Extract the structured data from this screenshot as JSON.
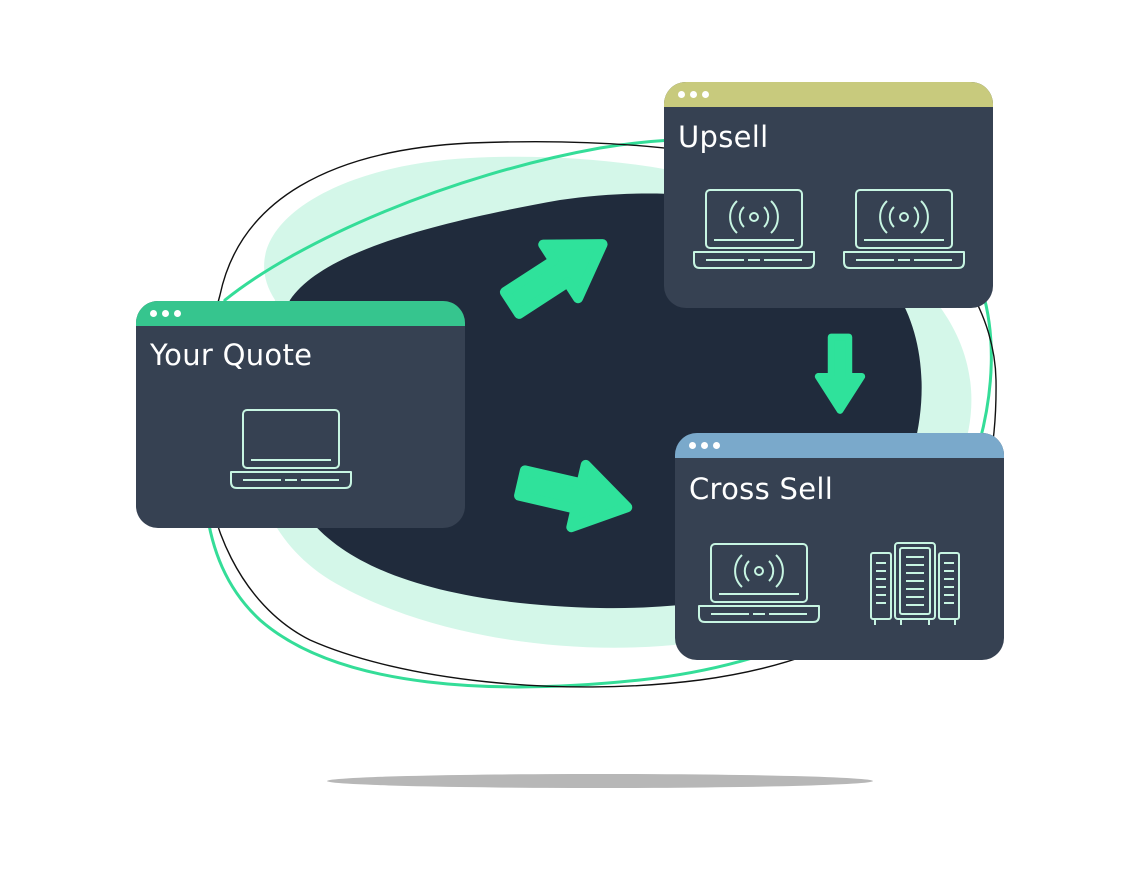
{
  "colors": {
    "page_background": "#ffffff",
    "blob_dark": "#202b3c",
    "blob_mint": "#d4f7e9",
    "outline_green": "#34dd98",
    "outline_black": "#111111",
    "arrow_green": "#2fe29b",
    "card_body": "#364152",
    "icon_stroke": "#c7f5e2",
    "shadow": "#b7b7b7"
  },
  "cards": {
    "quote": {
      "title": "Your Quote",
      "bar_color": "#36c58e",
      "icons": [
        "laptop-icon"
      ]
    },
    "upsell": {
      "title": "Upsell",
      "bar_color": "#c8ca7d",
      "icons": [
        "wireless-laptop-icon",
        "wireless-laptop-icon"
      ]
    },
    "cross_sell": {
      "title": "Cross Sell",
      "bar_color": "#7aa9cb",
      "icons": [
        "wireless-laptop-icon",
        "server-rack-icon"
      ]
    }
  },
  "arrows": [
    {
      "name": "quote-to-upsell-arrow",
      "from": "Your Quote",
      "to": "Upsell"
    },
    {
      "name": "quote-to-cross-sell-arrow",
      "from": "Your Quote",
      "to": "Cross Sell"
    },
    {
      "name": "upsell-to-cross-sell-arrow",
      "from": "Upsell",
      "to": "Cross Sell"
    }
  ]
}
